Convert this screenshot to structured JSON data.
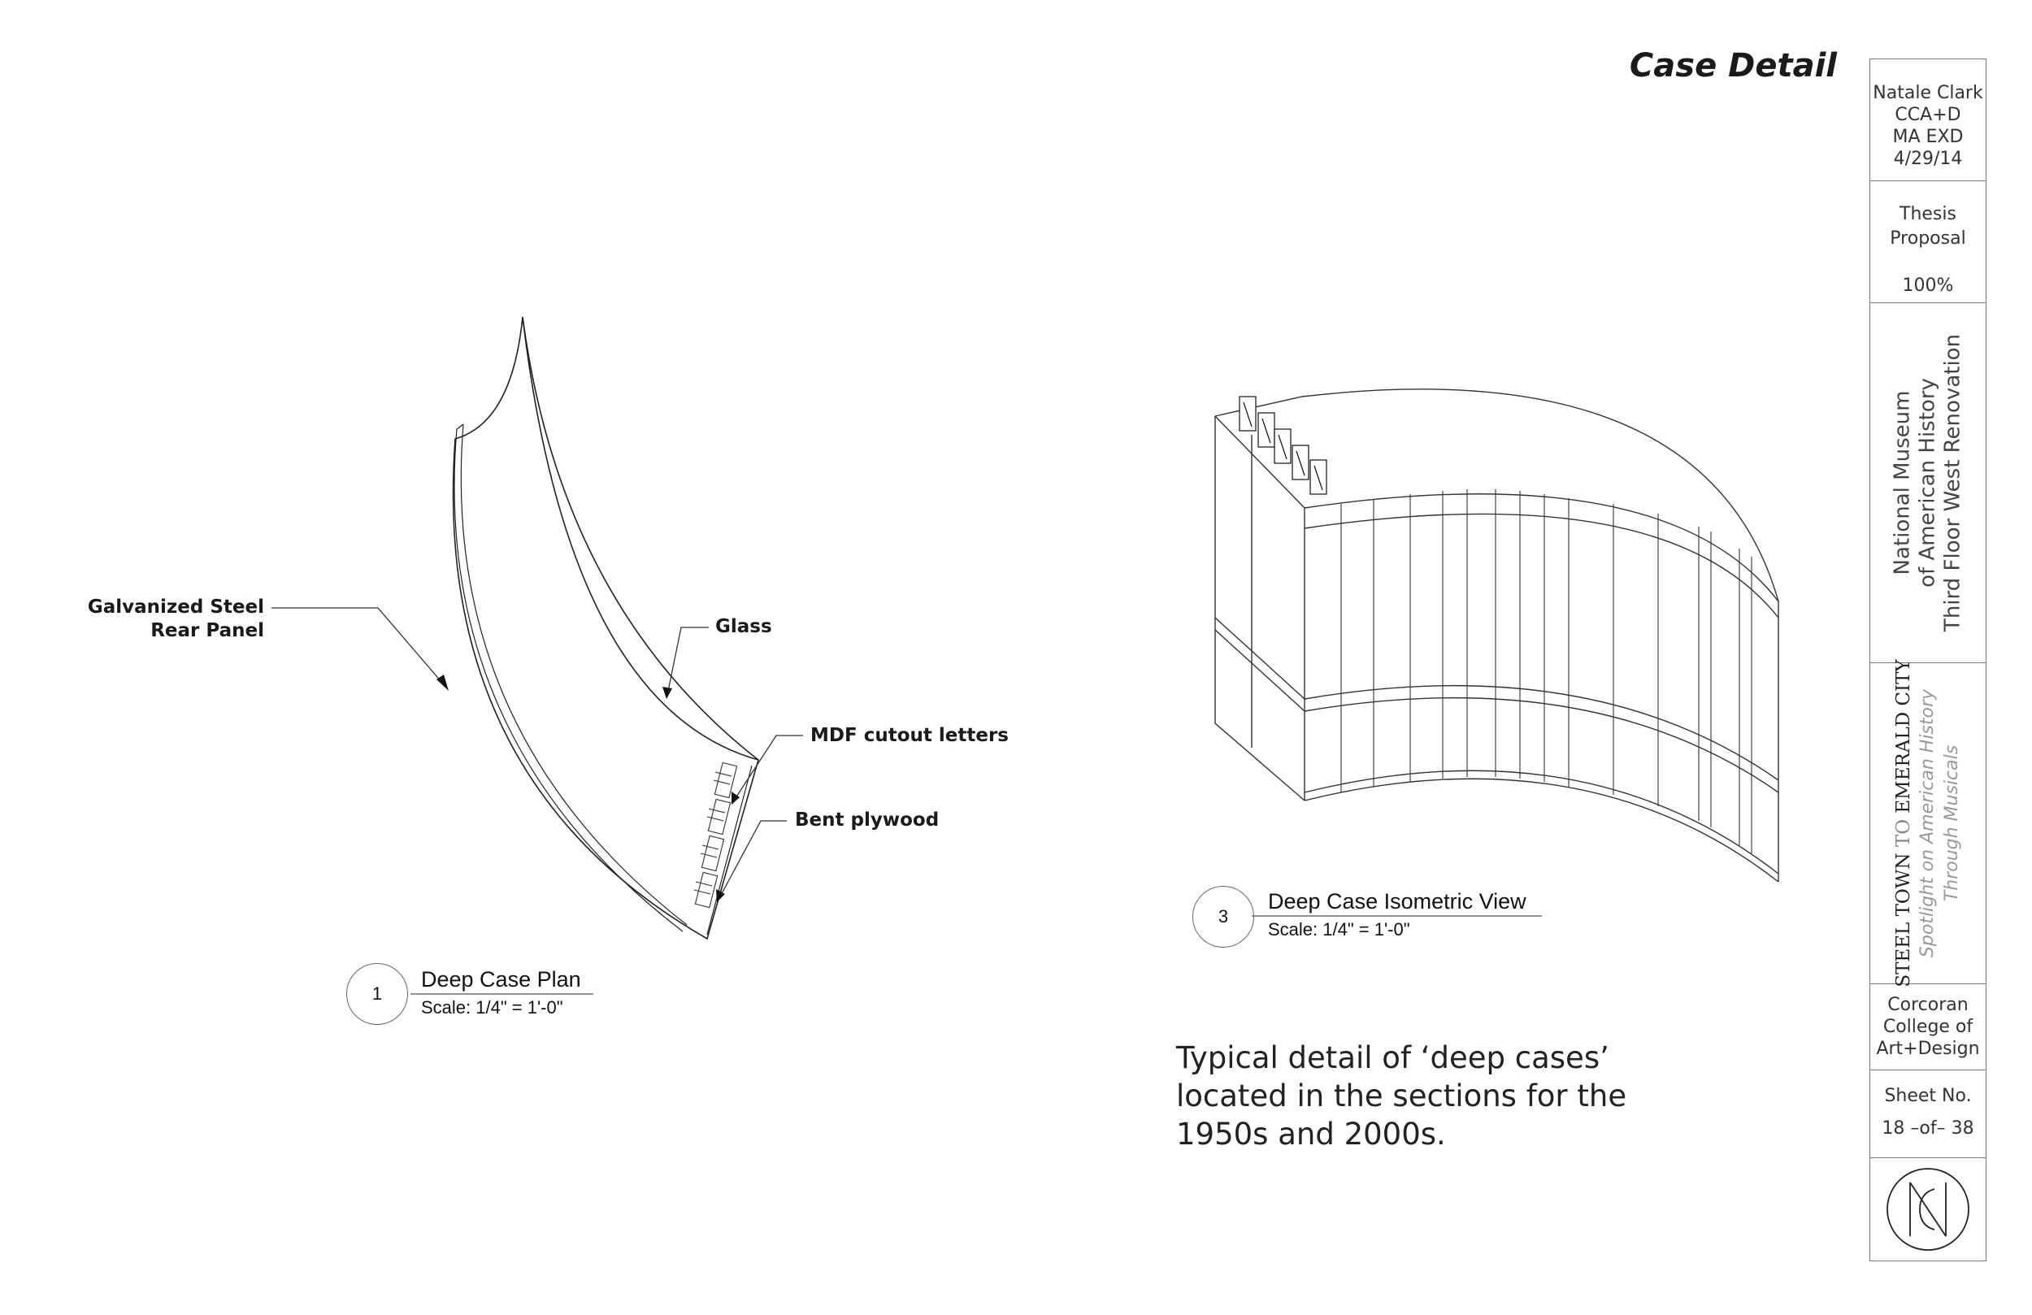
{
  "sheet": {
    "title": "Case Detail",
    "description": [
      "Typical detail of ‘deep cases’",
      "located in the sections for the",
      "1950s and 2000s."
    ]
  },
  "plan_view": {
    "number": "1",
    "title": "Deep Case Plan",
    "scale": "Scale: 1/4\" = 1'-0\"",
    "callouts": {
      "rear_panel": [
        "Galvanized Steel",
        "Rear Panel"
      ],
      "glass": "Glass",
      "letters": "MDF cutout letters",
      "plywood": "Bent plywood"
    }
  },
  "iso_view": {
    "number": "3",
    "title": "Deep Case Isometric View",
    "scale": "Scale: 1/4\" = 1'-0\""
  },
  "title_block": {
    "author": [
      "Natale Clark",
      "CCA+D",
      "MA EXD",
      "4/29/14"
    ],
    "phase": [
      "Thesis",
      "Proposal",
      "",
      "100%"
    ],
    "project": [
      "National Museum",
      "of American History",
      "Third Floor West Renovation"
    ],
    "brand_main": {
      "a": "STEEL TOWN",
      "b": " TO ",
      "c": "EMERALD CITY"
    },
    "brand_sub": [
      "Spotlight on American History",
      "Through Musicals"
    ],
    "school": [
      "Corcoran",
      "College of",
      "Art+Design"
    ],
    "sheet_label": "Sheet No.",
    "sheet_number": "18 –of– 38",
    "logo": "nc-monogram-logo"
  }
}
